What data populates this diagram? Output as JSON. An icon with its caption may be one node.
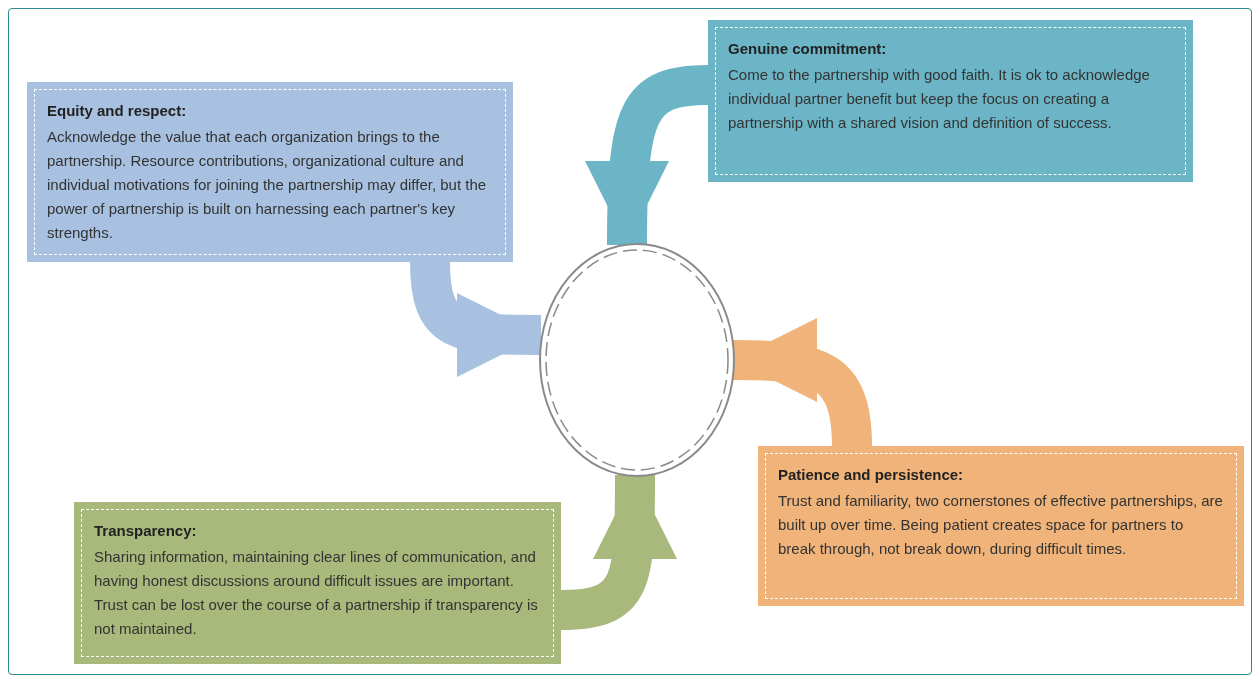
{
  "diagram": {
    "nodes": [
      {
        "text": [
          "Equity and respect:",
          "Acknowledge the value that each organization brings to the partnership. Resource contributions, organizational culture and individual motivations for joining the partnership may differ, but the power of partnership is built on harnessing each partner's key strengths."
        ]
      },
      {
        "text": [
          "Genuine commitment:",
          "Come to the partnership with good faith. It is ok to acknowledge individual partner benefit but keep the focus on creating a partnership with a shared vision and definition of success."
        ]
      },
      {
        "text": [],
        "shape": "circle"
      },
      {
        "text": [
          "Patience and persistence:",
          "Trust and familiarity, two cornerstones of effective partnerships, are built up over time. Being patient creates space for partners to break through, not break down, during difficult times."
        ]
      },
      {
        "text": [
          "Transparency:",
          "Sharing information, maintaining clear lines of communication, and having honest discussions around difficult issues are important. Trust can be lost over the course of a partnership if transparency is not maintained."
        ]
      }
    ],
    "edges": [
      {
        "from": 0,
        "to": 2,
        "arrow": "to",
        "color": "#a8c1e0"
      },
      {
        "from": 1,
        "to": 2,
        "arrow": "to",
        "color": "#6bb5c6"
      },
      {
        "from": 3,
        "to": 2,
        "arrow": "to",
        "color": "#f0b47a"
      },
      {
        "from": 4,
        "to": 2,
        "arrow": "to",
        "color": "#a9b97c"
      }
    ]
  }
}
